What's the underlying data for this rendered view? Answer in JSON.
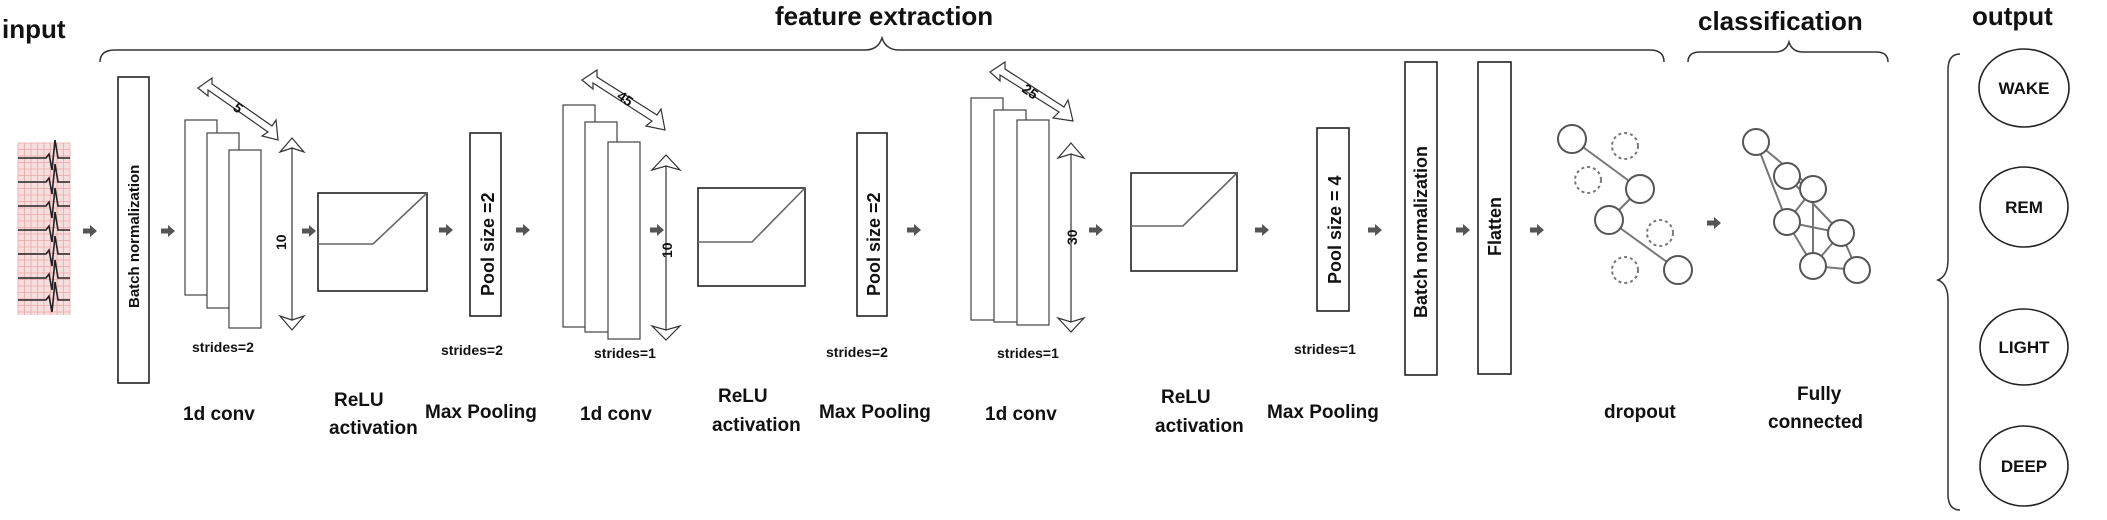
{
  "headers": {
    "input": "input",
    "feature_extraction": "feature extraction",
    "classification": "classification",
    "output": "output"
  },
  "layers": {
    "batch_norm": "Batch normalization",
    "conv1": {
      "label": "1d conv",
      "strides": "strides=2",
      "kernel": "5",
      "filters": "10"
    },
    "relu1": {
      "line1": "ReLU",
      "line2": "activation"
    },
    "pool1": {
      "label": "Max Pooling",
      "strides": "strides=2",
      "pool": "Pool size =2"
    },
    "conv2": {
      "label": "1d conv",
      "strides": "strides=1",
      "kernel": "45",
      "filters": "10"
    },
    "relu2": {
      "line1": "ReLU",
      "line2": "activation"
    },
    "pool2": {
      "label": "Max Pooling",
      "strides": "strides=2",
      "pool": "Pool size =2"
    },
    "conv3": {
      "label": "1d conv",
      "strides": "strides=1",
      "kernel": "25",
      "filters": "30"
    },
    "relu3": {
      "line1": "ReLU",
      "line2": "activation"
    },
    "pool3": {
      "label": "Max Pooling",
      "strides": "strides=1",
      "pool": "Pool size = 4"
    },
    "batch_norm2": "Batch normalization",
    "flatten": "Flatten",
    "dropout": "dropout",
    "fully_connected": {
      "line1": "Fully",
      "line2": "connected"
    }
  },
  "classes": [
    "WAKE",
    "REM",
    "LIGHT",
    "DEEP"
  ],
  "colors": {
    "ecg_bg": "#f7dede",
    "ecg_grid": "#e8a9a9",
    "ecg_line": "#222222",
    "arrow": "#555555"
  }
}
